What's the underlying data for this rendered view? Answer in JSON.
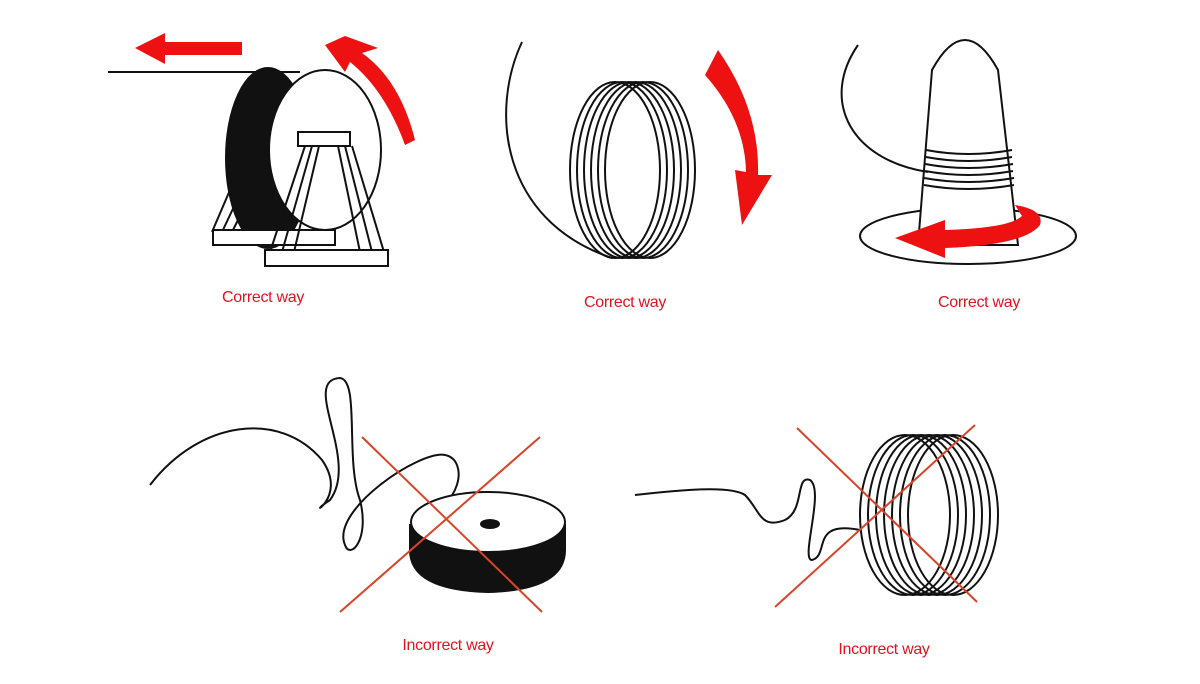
{
  "colors": {
    "label": "#e0141e",
    "arrow": "#ee1111",
    "cross": "#d9442a",
    "ink": "#111111"
  },
  "panels": [
    {
      "id": "reel-on-stand",
      "label": "Correct way"
    },
    {
      "id": "coil-hanging",
      "label": "Correct way"
    },
    {
      "id": "coil-on-cone",
      "label": "Correct way"
    },
    {
      "id": "spool-flat",
      "label": "Incorrect way"
    },
    {
      "id": "coil-pulled-side",
      "label": "Incorrect way"
    }
  ]
}
